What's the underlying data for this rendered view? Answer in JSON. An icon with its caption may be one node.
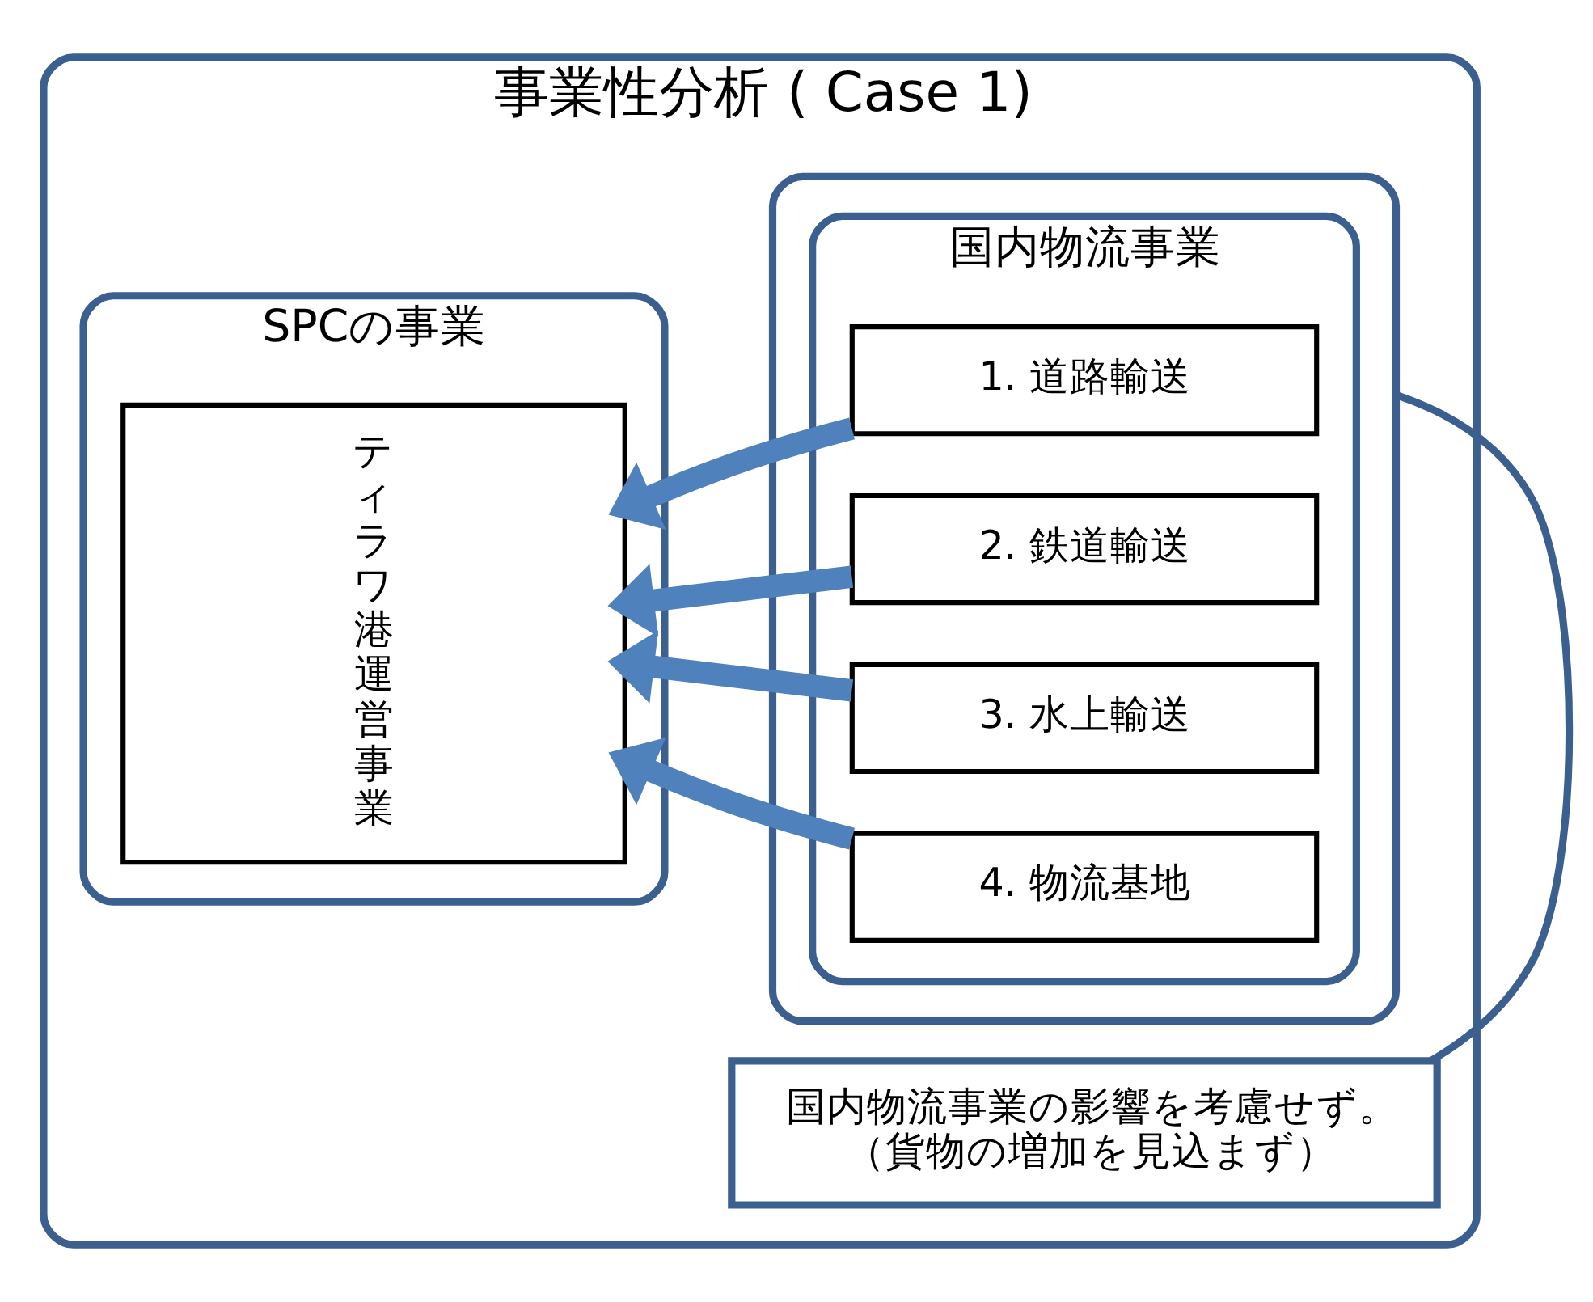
{
  "diagram": {
    "nodes": [
      {
        "text": [
          "事業性分析 ( Case 1)"
        ]
      },
      {
        "text": [
          "SPCの事業"
        ],
        "in": 0
      },
      {
        "text": [
          "ティラワ港運営事業"
        ],
        "in": 1
      },
      {
        "text": [],
        "shape": "box",
        "in": 0
      },
      {
        "text": [
          "国内物流事業"
        ],
        "in": 3
      },
      {
        "text": [
          "1. 道路輸送"
        ],
        "in": 4
      },
      {
        "text": [
          "2. 鉄道輸送"
        ],
        "in": 4
      },
      {
        "text": [
          "3. 水上輸送"
        ],
        "in": 4
      },
      {
        "text": [
          "4. 物流基地"
        ],
        "in": 4
      },
      {
        "text": [
          "国内物流事業の影響を考慮せず。",
          "（貨物の増加を見込まず）"
        ],
        "in": 0
      }
    ],
    "edges": [
      {
        "from": 5,
        "to": 2,
        "arrow": "to"
      },
      {
        "from": 6,
        "to": 2,
        "arrow": "to"
      },
      {
        "from": 7,
        "to": 2,
        "arrow": "to"
      },
      {
        "from": 8,
        "to": 2,
        "arrow": "to"
      },
      {
        "from": 9,
        "to": 3,
        "arrow": "none",
        "color": "#3b5f8f"
      }
    ]
  }
}
